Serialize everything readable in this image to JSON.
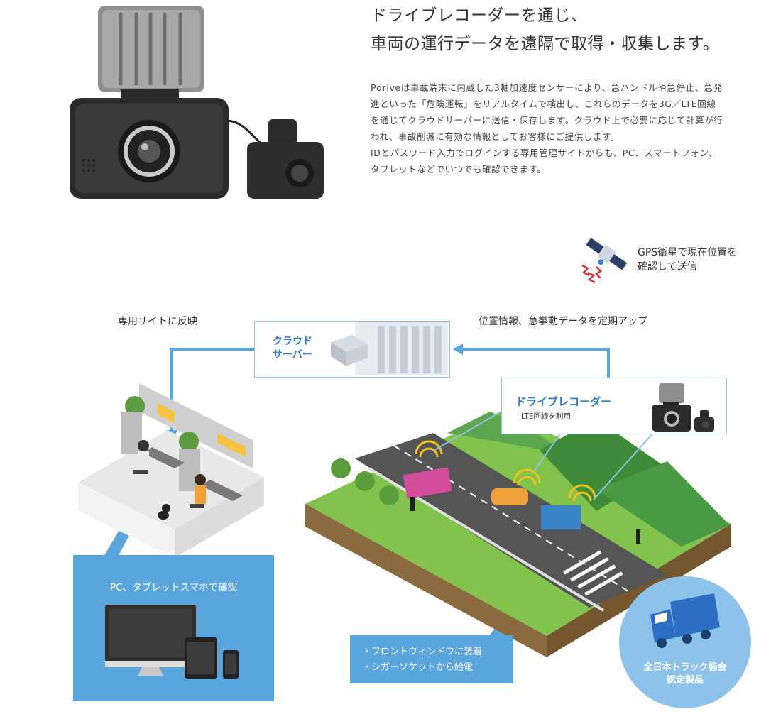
{
  "headline": {
    "line1": "ドライブレコーダーを通じ、",
    "line2": "車両の運行データを遠隔で取得・収集します。"
  },
  "description": {
    "line1": "Pdriveは車載端末に内蔵した3軸加速度センサーにより、急ハンドルや急停止、急発",
    "line2": "進といった「危険運転」をリアルタイムで検出し、これらのデータを3G／LTE回線",
    "line3": "を通じてクラウドサーバーに送信・保存します。クラウド上で必要に応じて計算が行",
    "line4": "われ、事故削減に有効な情報としてお客様にご提供します。",
    "line5": "IDとパスワード入力でログインする専用管理サイトからも、PC、スマートフォン、",
    "line6": "タブレットなどでいつでも確認できます。"
  },
  "gps": {
    "line1": "GPS衛星で現在位置を",
    "line2": "確認して送信"
  },
  "flow": {
    "left_label": "専用サイトに反映",
    "right_label": "位置情報、急挙動データを定期アップ"
  },
  "cloud": {
    "line1": "クラウド",
    "line2": "サーバー"
  },
  "dashcam": {
    "title": "ドライブレコーダー",
    "subtitle": "LTE回線を利用"
  },
  "pc_panel": {
    "title": "PC、タブレットスマホで確認"
  },
  "install": {
    "line1": "・フロントウィンドウに装着",
    "line2": "・シガーソケットから給電"
  },
  "cert": {
    "line1": "全日本トラック協会",
    "line2": "認定製品"
  },
  "colors": {
    "accent": "#2f7fc9",
    "panel": "#5aa6dc",
    "cert": "#8dc2ea",
    "grass": "#7cc14a",
    "mountain": "#4a9a45"
  }
}
